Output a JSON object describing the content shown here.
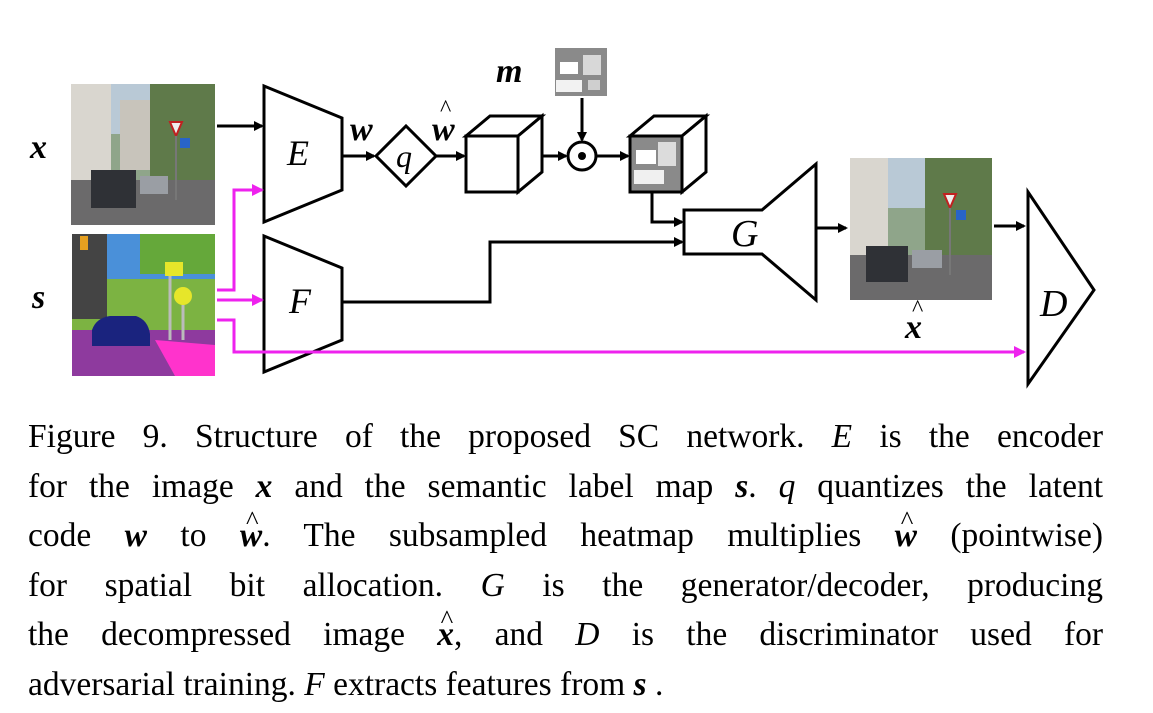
{
  "diagram": {
    "labels": {
      "x": "x",
      "s": "s",
      "E": "E",
      "F": "F",
      "q": "q",
      "w": "w",
      "w_hat": "w",
      "m": "m",
      "G": "G",
      "x_hat": "x",
      "D": "D"
    },
    "colors": {
      "stroke": "#000000",
      "semantic_arrow": "#ee22ee",
      "heatmap_gray": "#8a8a8a"
    }
  },
  "caption": {
    "line1": [
      "Figure 9. Structure of the proposed SC network. ",
      "E",
      " is the encoder"
    ],
    "line2": [
      "for the image ",
      "x",
      " and the semantic label map ",
      "s",
      ". ",
      "q",
      " quantizes the latent"
    ],
    "line3": [
      "code ",
      "w",
      " to ",
      "w",
      ". The subsampled heatmap multiplies ",
      "w",
      " (pointwise)"
    ],
    "line4": [
      "for spatial bit allocation. ",
      "G",
      " is the generator/decoder, producing"
    ],
    "line5": [
      "the decompressed image ",
      "x",
      ", and ",
      "D",
      " is the discriminator used for"
    ],
    "line6": [
      "adversarial training. ",
      "F",
      " extracts features from ",
      "s",
      " ."
    ]
  }
}
